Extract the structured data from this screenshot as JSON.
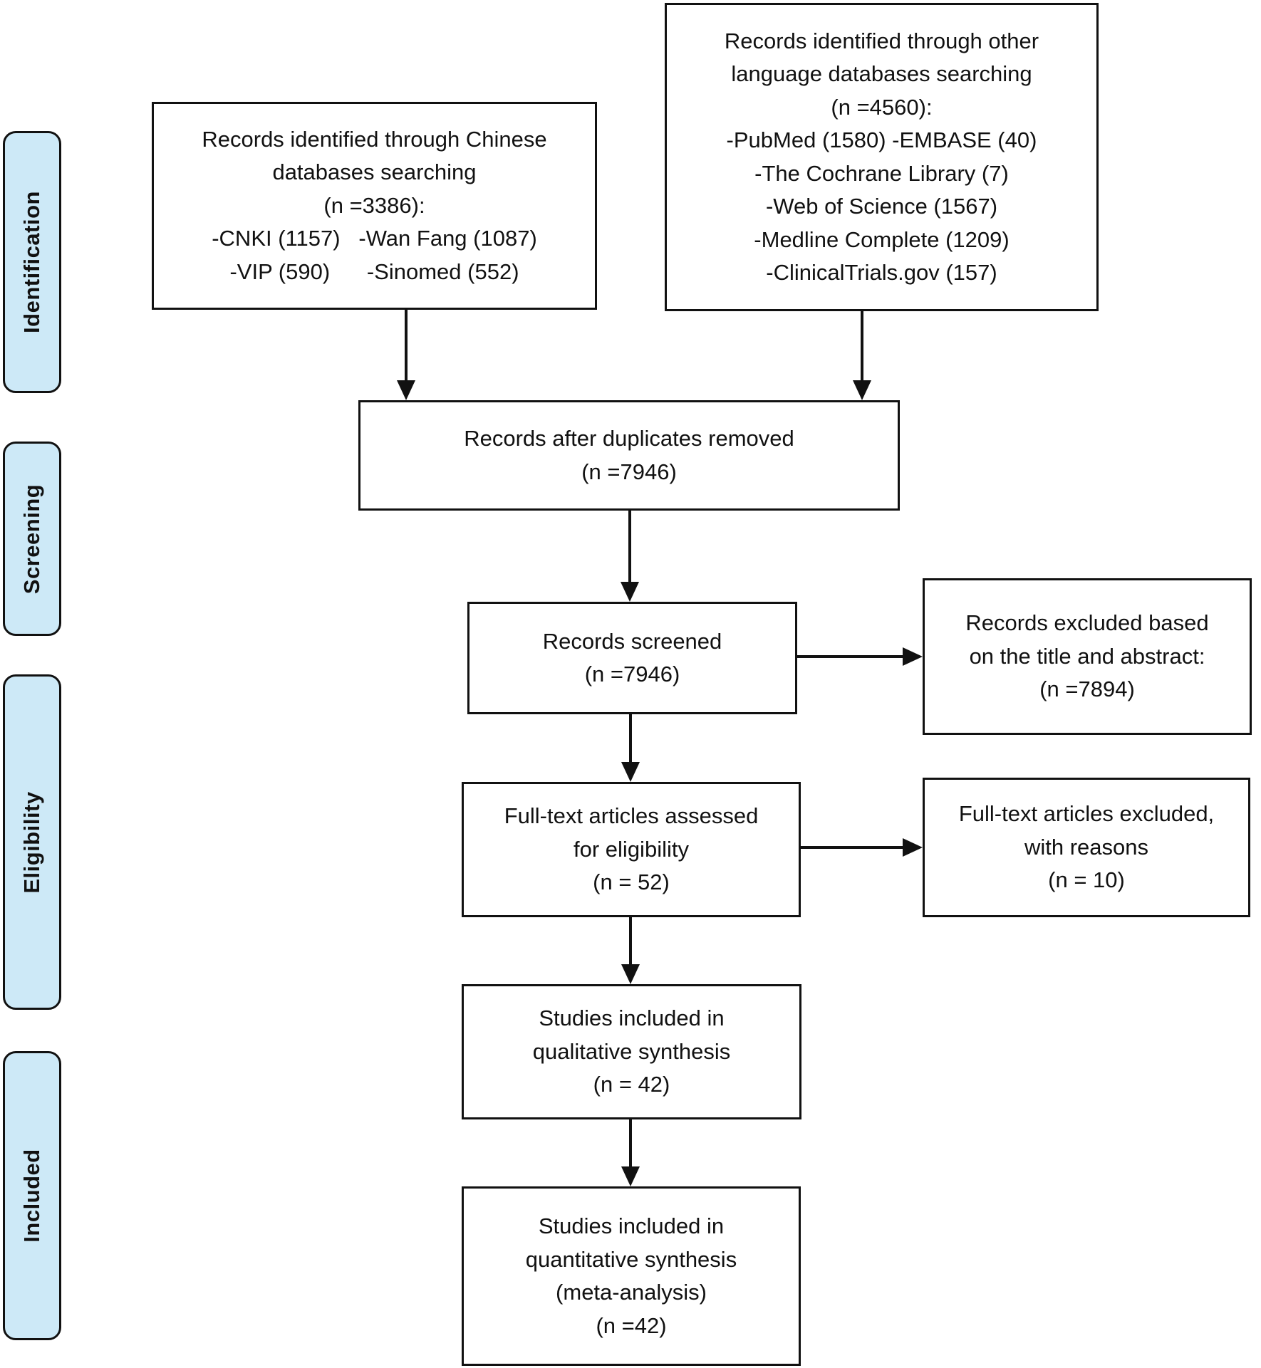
{
  "colors": {
    "rail_fill": "#cde9f7",
    "outline": "#111111"
  },
  "rail": {
    "items": [
      {
        "label": "Identification"
      },
      {
        "label": "Screening"
      },
      {
        "label": "Eligibility"
      },
      {
        "label": "Included"
      }
    ]
  },
  "boxes": {
    "chinese_db": {
      "lines": [
        "Records identified through Chinese",
        "databases searching",
        "(n =3386):",
        "-CNKI (1157)   -Wan Fang (1087)",
        "-VIP (590)      -Sinomed (552)"
      ]
    },
    "other_db": {
      "lines": [
        "Records identified through other",
        "language databases searching",
        "(n =4560):",
        "-PubMed (1580) -EMBASE (40)",
        "-The Cochrane Library (7)",
        "-Web of Science (1567)",
        "-Medline Complete (1209)",
        "-ClinicalTrials.gov (157)"
      ]
    },
    "duplicates_removed": {
      "lines": [
        "Records after duplicates removed",
        "(n =7946)"
      ]
    },
    "records_screened": {
      "lines": [
        "Records screened",
        "(n =7946)"
      ]
    },
    "records_excluded": {
      "lines": [
        "Records excluded based",
        "on the title and abstract:",
        "(n =7894)"
      ]
    },
    "fulltext_assessed": {
      "lines": [
        "Full-text articles assessed",
        "for eligibility",
        "(n = 52)"
      ]
    },
    "fulltext_excluded": {
      "lines": [
        "Full-text articles excluded,",
        "with reasons",
        "(n = 10)"
      ]
    },
    "qualitative_synthesis": {
      "lines": [
        "Studies included in",
        "qualitative synthesis",
        "(n = 42)"
      ]
    },
    "quantitative_synthesis": {
      "lines": [
        "Studies included in",
        "quantitative synthesis",
        "(meta-analysis)",
        "(n =42)"
      ]
    }
  }
}
